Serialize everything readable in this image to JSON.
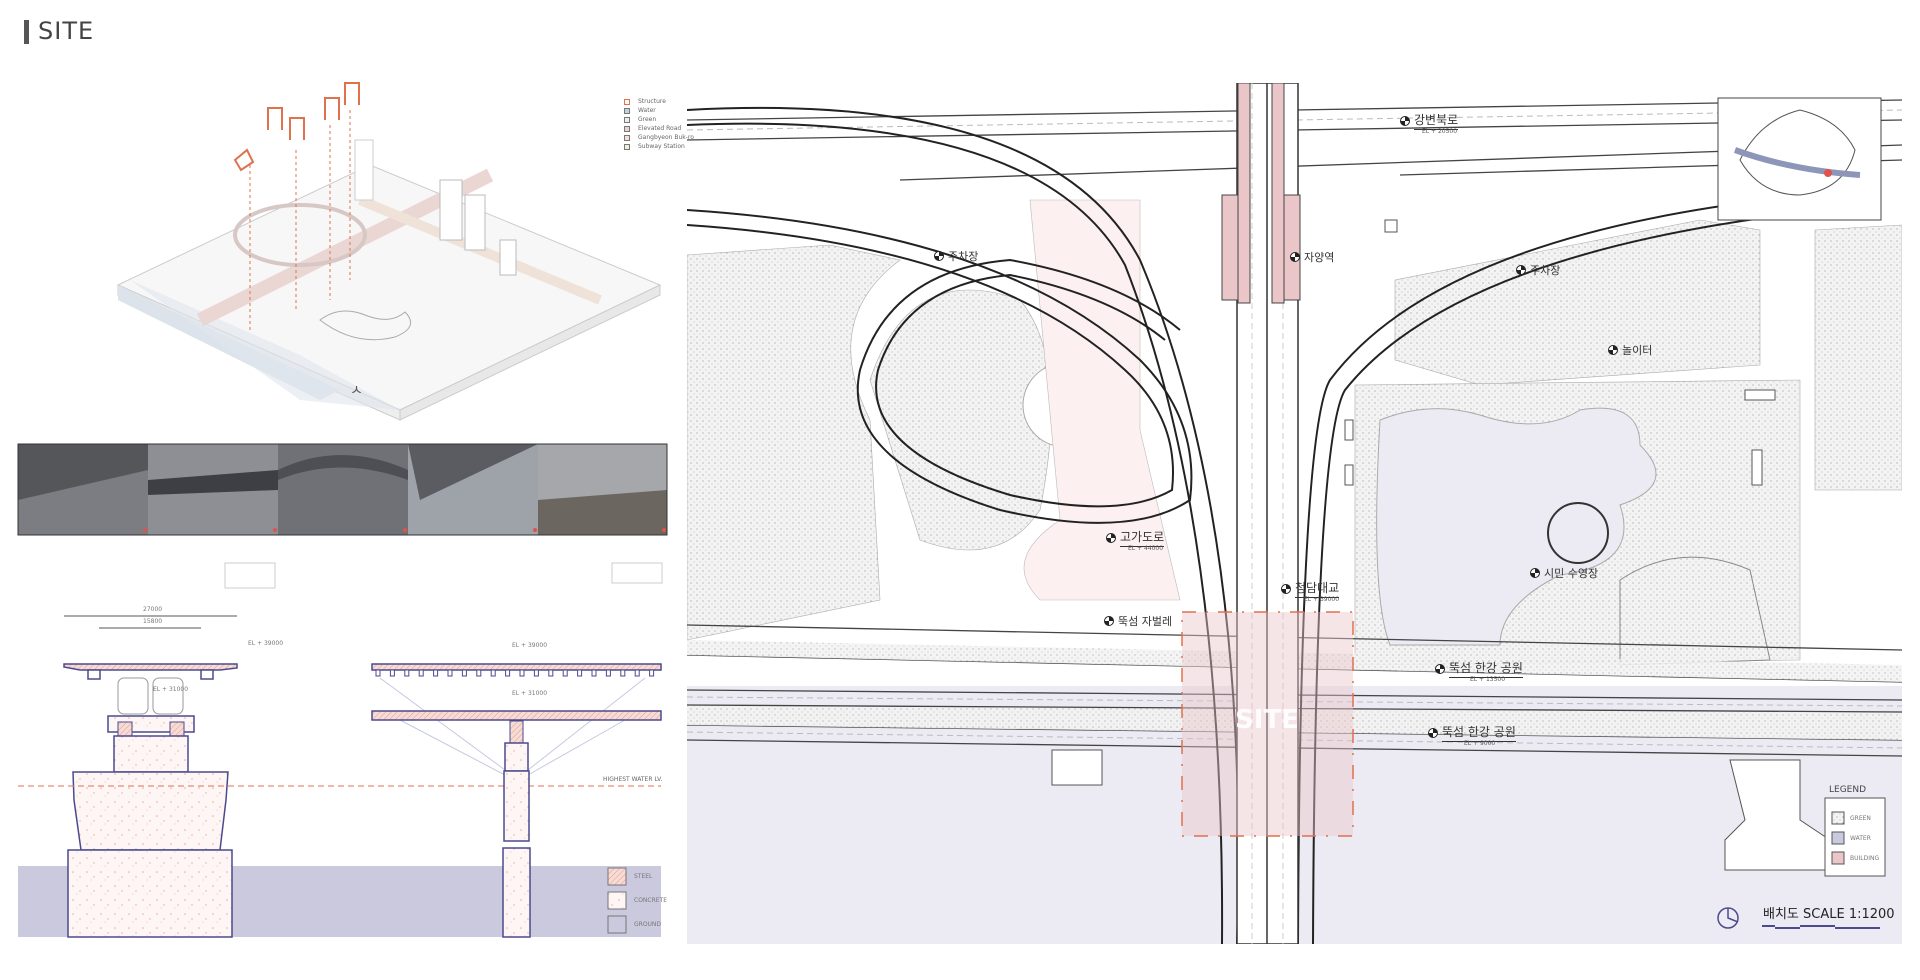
{
  "title": "SITE",
  "axon": {
    "legend": [
      "Structure",
      "Water",
      "Green",
      "Elevated Road",
      "Gangbyeon Buk-ro",
      "Subway Station"
    ]
  },
  "section": {
    "dimensions": [
      "27000",
      "15800"
    ],
    "labels": {
      "deck_el": "EL + 39000",
      "lower_el": "EL + 31000",
      "right_top_el": "EL + 39000",
      "right_lower_el": "EL + 31000",
      "water": "HIGHEST WATER LV."
    },
    "legend": [
      "STEEL",
      "CONCRETE",
      "GROUND"
    ]
  },
  "map": {
    "labels": [
      {
        "name": "강변북로",
        "el": "EL + 20500"
      },
      {
        "name": "주차장"
      },
      {
        "name": "자양역"
      },
      {
        "name": "주차장"
      },
      {
        "name": "놀이터"
      },
      {
        "name": "고가도로",
        "el": "EL + 44000"
      },
      {
        "name": "청담대교",
        "el": "EL + 39000"
      },
      {
        "name": "뚝섬 자벌레"
      },
      {
        "name": "시민 수영장"
      },
      {
        "name": "뚝섬 한강 공원",
        "el": "EL + 13500"
      },
      {
        "name": "뚝섬 한강 공원",
        "el": "EL + 9000"
      }
    ],
    "site_label": "SITE",
    "legend": {
      "title": "LEGEND",
      "items": [
        "GREEN",
        "WATER",
        "BUILDING"
      ]
    },
    "scale": "배치도 SCALE 1:1200"
  },
  "colors": {
    "building": "#ebc6c9",
    "water": "#ecebf3",
    "green": "#f1f1f1",
    "accent": "#e0714f",
    "structure": "#4b4a8f",
    "ground": "#cbc9dd"
  }
}
